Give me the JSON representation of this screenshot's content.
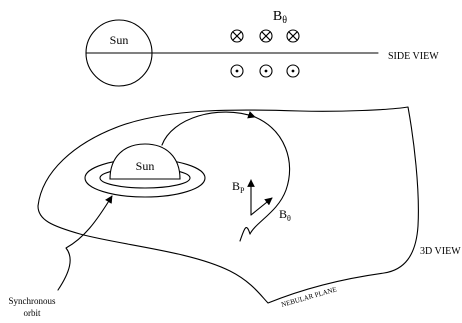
{
  "side_view": {
    "sun_label": "Sun",
    "field_label_main": "B",
    "field_label_sub": "θ",
    "view_label": "SIDE VIEW",
    "symbol_rows": [
      {
        "symbol": "into-page",
        "count": 3
      },
      {
        "symbol": "out-of-page",
        "count": 3
      }
    ]
  },
  "view_3d": {
    "sun_label": "Sun",
    "bp_main": "B",
    "bp_sub": "P",
    "btheta_main": "B",
    "btheta_sub": "θ",
    "view_label": "3D VIEW",
    "plane_label": "NEBULAR PLANE",
    "orbit_label_line1": "Synchronous",
    "orbit_label_line2": "orbit"
  }
}
